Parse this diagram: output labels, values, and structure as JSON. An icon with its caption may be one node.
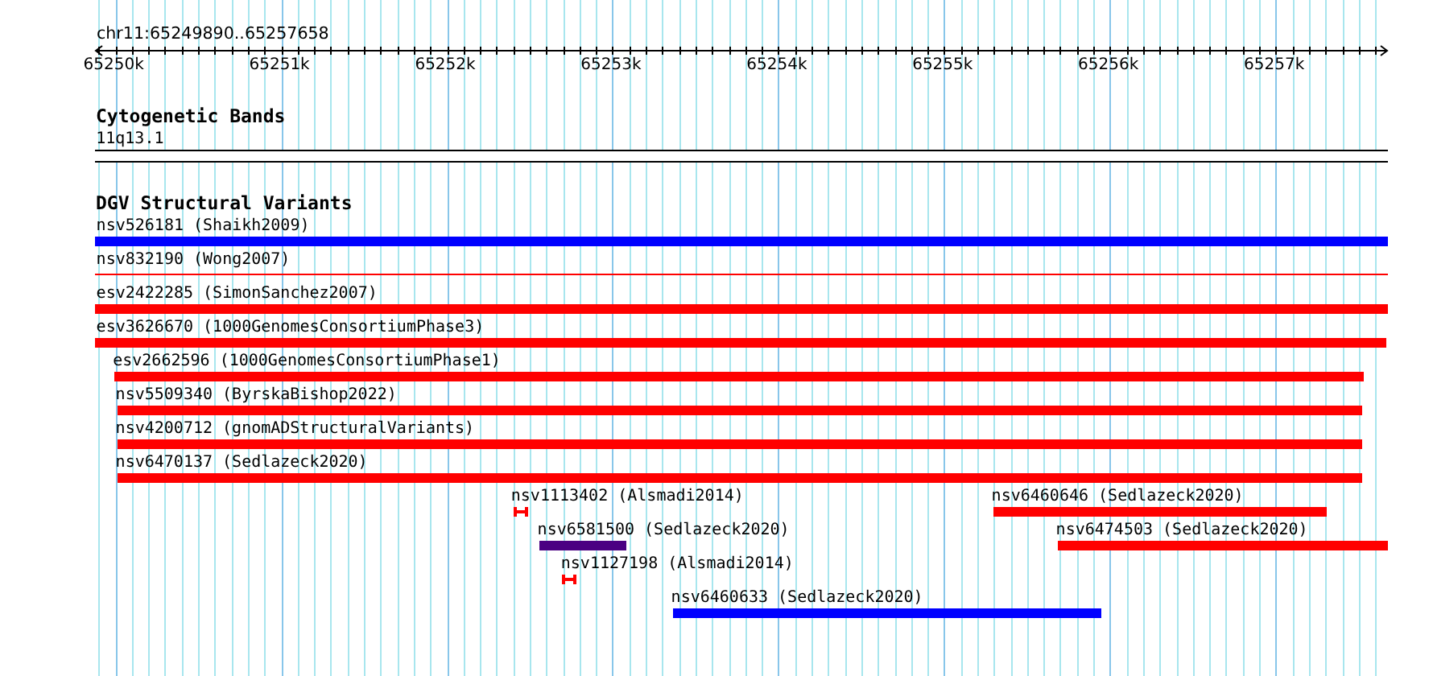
{
  "diagram": {
    "nodes": [
      {
        "text": [
          "11q13.1"
        ]
      },
      {
        "text": [
          "nsv526181 (Shaikh2009)"
        ]
      },
      {
        "text": [
          "nsv832190 (Wong2007)"
        ]
      },
      {
        "text": [
          "esv2422285 (SimonSanchez2007)"
        ]
      },
      {
        "text": [
          "esv3626670 (1000GenomesConsortiumPhase3)"
        ]
      },
      {
        "text": [
          "esv2662596 (1000GenomesConsortiumPhase1)"
        ]
      },
      {
        "text": [
          "nsv5509340 (ByrskaBishop2022)"
        ]
      },
      {
        "text": [
          "nsv4200712 (gnomADStructuralVariants)"
        ]
      },
      {
        "text": [
          "nsv6470137 (Sedlazeck2020)"
        ]
      },
      {
        "text": [
          "nsv1113402 (Alsmadi2014)"
        ]
      },
      {
        "text": [
          "nsv6460646 (Sedlazeck2020)"
        ]
      },
      {
        "text": [
          "nsv6581500 (Sedlazeck2020)"
        ]
      },
      {
        "text": [
          "nsv6474503 (Sedlazeck2020)"
        ]
      },
      {
        "text": [
          "nsv1127198 (Alsmadi2014)"
        ]
      },
      {
        "text": [
          "nsv6460633 (Sedlazeck2020)"
        ]
      }
    ],
    "labels": [
      "chr11:65249890..65257658",
      "65250k",
      "65251k",
      "65252k",
      "65253k",
      "65254k",
      "65255k",
      "65256k",
      "65257k",
      "Cytogenetic Bands",
      "DGV Structural Variants"
    ]
  }
}
